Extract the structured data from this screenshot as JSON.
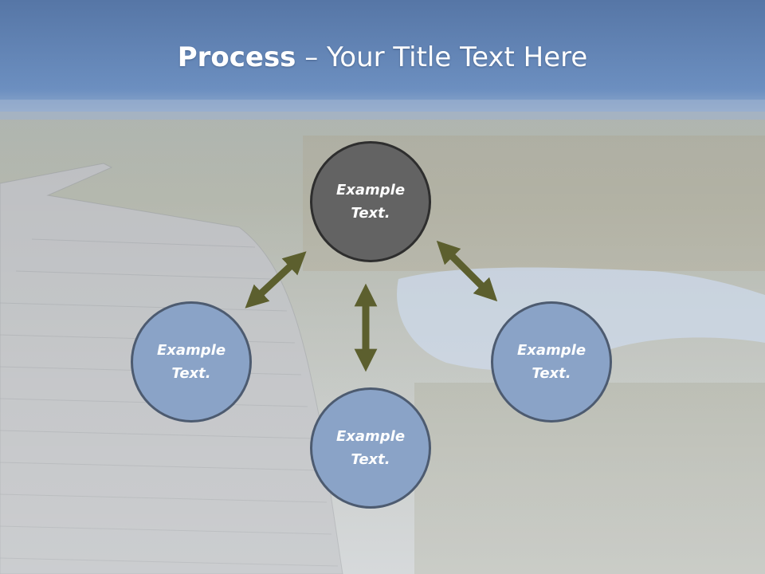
{
  "title": {
    "bold": "Process",
    "rest": " – Your Title Text Here"
  },
  "nodes": {
    "top": {
      "line1": "Example",
      "line2": "Text."
    },
    "left": {
      "line1": "Example",
      "line2": "Text."
    },
    "right": {
      "line1": "Example",
      "line2": "Text."
    },
    "bottom": {
      "line1": "Example",
      "line2": "Text."
    }
  },
  "colors": {
    "header": "#5b7fb3",
    "node_fill": "#8aa3c7",
    "center_fill": "#636363",
    "arrow": "#5c5f2e"
  }
}
